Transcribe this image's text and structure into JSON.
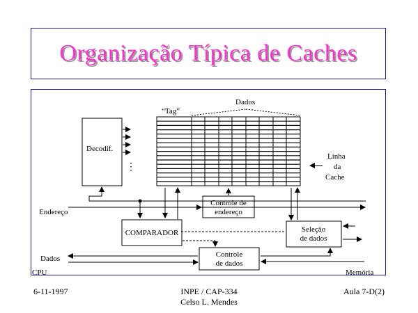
{
  "slide": {
    "title": "Organização Típica de Caches"
  },
  "diagram": {
    "dados": "Dados",
    "tag": "“Tag”",
    "decoder": "Decodif.",
    "ellipsis": "⋮",
    "linha": [
      "Linha",
      "da",
      "Cache"
    ],
    "address_control": [
      "Controle de",
      "endereço"
    ],
    "comparator": "COMPARADOR",
    "data_select": [
      "Seleção",
      "de dados"
    ],
    "data_control": [
      "Controle",
      "de dados"
    ],
    "endereco": "Endereço",
    "dados_bus": "Dados",
    "cpu": "CPU",
    "memoria": "Memória"
  },
  "footer": {
    "date": "6-11-1997",
    "course": "INPE / CAP-334",
    "author": "Celso L. Mendes",
    "lesson": "Aula 7-D(2)"
  }
}
